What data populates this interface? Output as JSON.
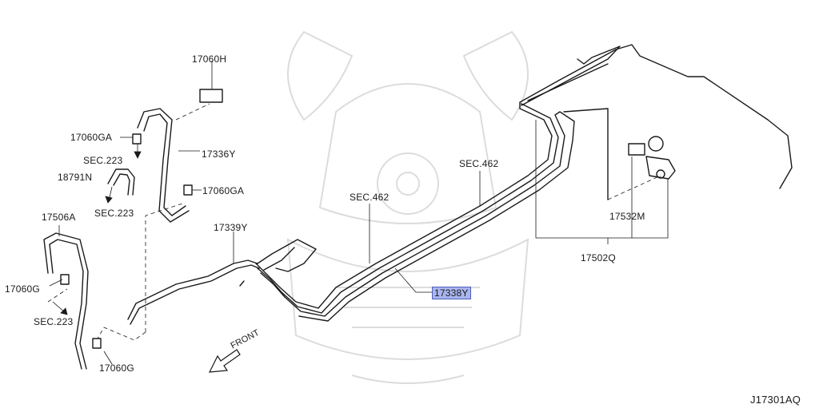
{
  "labels": {
    "p17060H": "17060H",
    "p17060GA_top": "17060GA",
    "p17336Y": "17336Y",
    "sec223_a": "SEC.223",
    "p18791N": "18791N",
    "p17060GA_mid": "17060GA",
    "sec223_b": "SEC.223",
    "p17506A": "17506A",
    "p17060G_left": "17060G",
    "sec223_c": "SEC.223",
    "p17060G_bottom": "17060G",
    "p17339Y": "17339Y",
    "sec462_left": "SEC.462",
    "sec462_right": "SEC.462",
    "p17338Y": "17338Y",
    "p17532M": "17532M",
    "p17502Q": "17502Q",
    "front": "FRONT",
    "diagram_id": "J17301AQ"
  },
  "colors": {
    "line": "#1a1a1a",
    "highlight_fill": "#a9b5ee",
    "highlight_border": "#4d5fb8",
    "watermark": "#d9d9d9"
  },
  "highlighted_part": "17338Y"
}
